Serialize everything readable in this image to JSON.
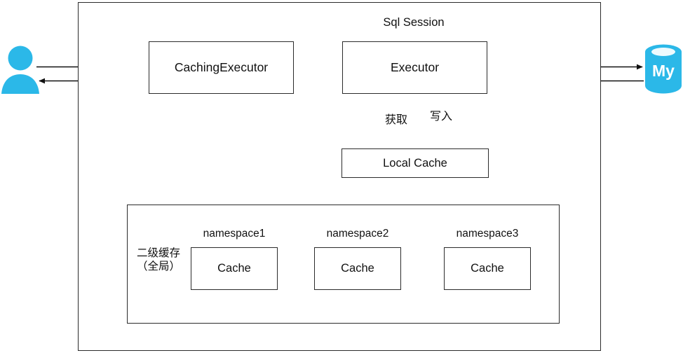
{
  "diagram": {
    "title": "Sql Session",
    "container_name": "sql-session-container",
    "accent_color": "#2BB8E8",
    "line_color": "#2b2b2b",
    "background": "#ffffff"
  },
  "actors": {
    "user": {
      "icon": "user-person-icon",
      "color": "#2BB8E8"
    },
    "database": {
      "icon": "mysql-database-cylinder-icon",
      "label": "My",
      "color": "#2BB8E8"
    }
  },
  "nodes": {
    "caching_executor": "CachingExecutor",
    "executor": "Executor",
    "local_cache": "Local Cache"
  },
  "cache_flow": {
    "fetch_label": "获取",
    "write_label": "写入"
  },
  "second_level_cache": {
    "title_line1": "二级缓存",
    "title_line2": "（全局）",
    "title": "二级缓存\n(全局)",
    "namespaces": [
      {
        "name": "namespace1",
        "cache_label": "Cache"
      },
      {
        "name": "namespace2",
        "cache_label": "Cache"
      },
      {
        "name": "namespace3",
        "cache_label": "Cache"
      }
    ]
  }
}
